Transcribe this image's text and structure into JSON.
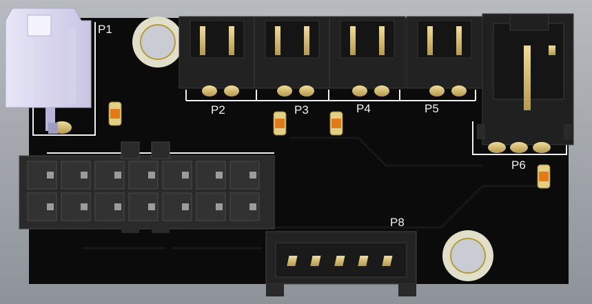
{
  "board": {
    "background_color": "#9aa0a6",
    "pcb_color": "#0b0b0b",
    "silkscreen_color": "#f2f2f2",
    "gold_color": "#d9c27a"
  },
  "connectors": [
    {
      "ref": "P1"
    },
    {
      "ref": "P2"
    },
    {
      "ref": "P3"
    },
    {
      "ref": "P4"
    },
    {
      "ref": "P5"
    },
    {
      "ref": "P6"
    },
    {
      "ref": "P8"
    }
  ]
}
